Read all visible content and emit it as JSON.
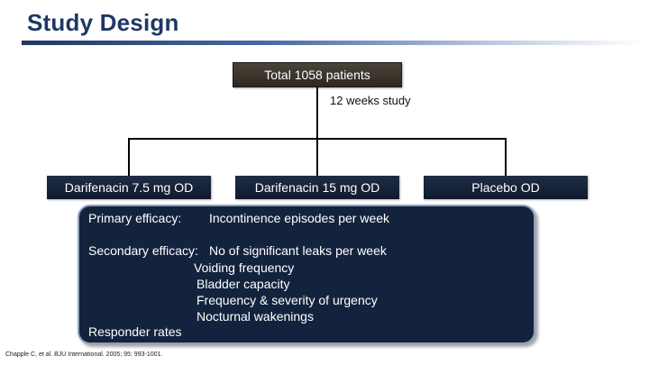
{
  "slide": {
    "title": "Study Design"
  },
  "diagram": {
    "total": "Total 1058 patients",
    "duration": "12 weeks study",
    "arms": [
      "Darifenacin 7.5 mg OD",
      "Darifenacin 15 mg OD",
      "Placebo OD"
    ]
  },
  "endpoints": {
    "primary_label": "Primary efficacy:",
    "primary_value": "Incontinence episodes per week",
    "secondary_label": "Secondary efficacy:",
    "secondary_items": [
      "No of significant leaks per week",
      "Voiding frequency",
      "Bladder capacity",
      "Frequency & severity of urgency",
      "Nocturnal wakenings"
    ],
    "responder": "Responder rates"
  },
  "reference": "Chapple C, et al. BJU International. 2005; 95: 993-1001.",
  "colors": {
    "title": "#1f3864",
    "total_box": "#3a342c",
    "arm_box": "#17233a",
    "panel": "#14233d"
  }
}
